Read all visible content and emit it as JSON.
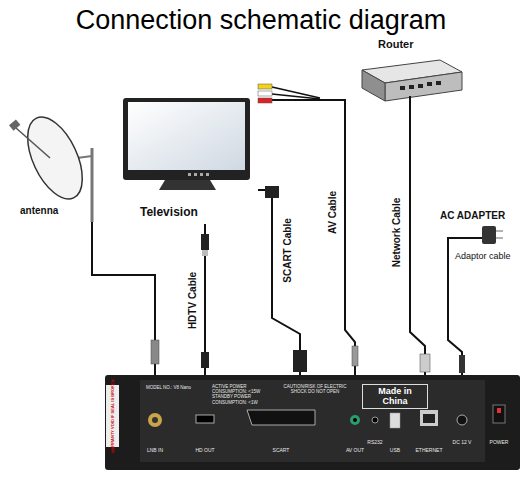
{
  "diagram": {
    "title": "Connection schematic diagram",
    "nodes": [
      {
        "text": [
          "antenna"
        ]
      },
      {
        "text": [
          "Television"
        ]
      },
      {
        "text": [
          "Router"
        ]
      },
      {
        "text": [
          "AC ADAPTER",
          "Adaptor cable"
        ]
      },
      {
        "text": [
          "MODEL NO.: V8 Nano",
          "ACTIVE POWER CONSUMPTION: <15W STANDBY POWER CONSUMPTION: <1W",
          "CAUTION/RISK OF ELECTRIC SHOCK DO NOT OPEN",
          "Made in China",
          "WARRANTY VOID IF SEAL IS BROKEN",
          "LNB IN",
          "HD OUT",
          "SCART",
          "AV OUT",
          "RS232",
          "USB",
          "ETHERNET",
          "DC 12 V",
          "POWER"
        ]
      }
    ],
    "edges": [
      {
        "from": 0,
        "to": 4,
        "arrow": "none"
      },
      {
        "from": 1,
        "to": 4,
        "label": "HDTV Cable",
        "arrow": "none"
      },
      {
        "from": 1,
        "to": 4,
        "label": "SCART Cable",
        "arrow": "none"
      },
      {
        "from": 1,
        "to": 4,
        "label": "AV Cable",
        "arrow": "none"
      },
      {
        "from": 2,
        "to": 4,
        "label": "Network Cable",
        "arrow": "none"
      },
      {
        "from": 3,
        "to": 4,
        "arrow": "none"
      }
    ]
  }
}
